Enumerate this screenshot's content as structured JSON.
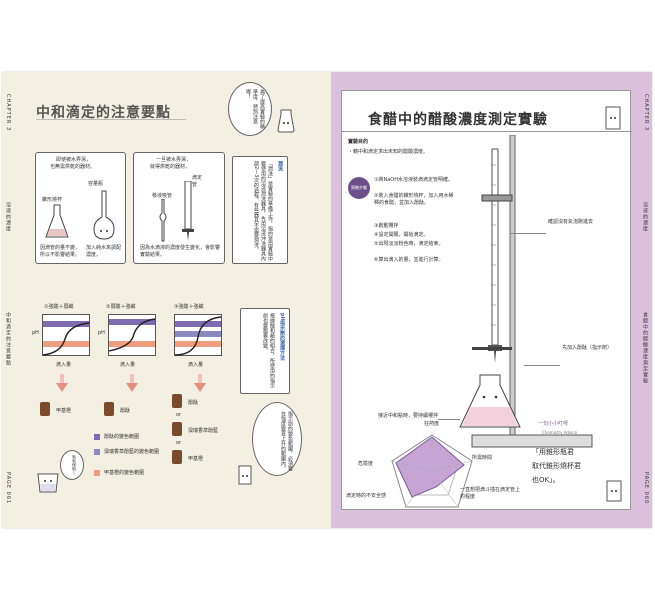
{
  "left": {
    "chapter_label": "CHAPTER 3",
    "side_label": "溶液的濃度",
    "side_label_2": "中和滴定的注意要點",
    "page_label": "PAGE 061",
    "title": "中和滴定的注意要點",
    "speech_bubble": "為了提高實驗的精準度，特別注意喔！",
    "box1": {
      "line1": "即使被水弄濕，",
      "line2": "也無需烘乾的器材。",
      "label_a": "容量瓶",
      "label_b": "錐形燒杯",
      "cap_a": "因滴管的量不變，所以不影響結果。",
      "cap_b": "加入純水來調配濃度。"
    },
    "box2": {
      "line1": "一旦被水弄濕，",
      "line2": "就得烘乾的器材。",
      "label_a": "滴定管",
      "label_b": "移液吸管",
      "cap": "因為水滴液的濃度發生變化，會影響實驗結果。"
    },
    "rinse": {
      "heading": "潤洗",
      "body": "「潤洗」是實驗的準備工作，指的是用實驗中要使用的溶液潤洗器具，先用溶液沖洗器具內部2～3次的過程。有些器具不需要潤洗。"
    },
    "charts": [
      {
        "title": "①強酸＋弱鹼",
        "ylabel": "pH",
        "xlabel": "滴入量"
      },
      {
        "title": "②弱酸＋強鹼",
        "ylabel": "pH",
        "xlabel": "滴入量"
      },
      {
        "title": "③強酸＋強鹼",
        "ylabel": "pH",
        "xlabel": "滴入量"
      }
    ],
    "ph_note": {
      "heading": "pH指示劑的選擇方法",
      "body": "根據酸和鹼的組合，所使用的指示劑也要跟著改變。"
    },
    "indicators": {
      "methyl_orange": "甲基橙",
      "phenol": "酚酞",
      "or": "or",
      "bromothymol": "溴瑞香草酚藍",
      "methyl_orange2": "甲基橙"
    },
    "legend": [
      {
        "label": "酚酞的變色範圍",
        "color": "#7e6bb0"
      },
      {
        "label": "溴瑞香草酚藍的變色範圍",
        "color": "#8a8ac0"
      },
      {
        "label": "甲基橙的變色範圍",
        "color": "#ee9e7e"
      }
    ],
    "bubble_right": "指示劑的變色範圍，必須要在強度變直上升的範圍內。",
    "bubble_left": "毛毛怪呀～"
  },
  "right": {
    "chapter_label": "CHAPTER 3",
    "side_label": "溶液的濃度",
    "side_label_2": "食醋中的醋酸濃度測定實驗",
    "page_label": "PAGE 060",
    "title": "食醋中的醋酸濃度測定實驗",
    "purpose_heading": "實驗目的",
    "purpose": "・藉中和滴定求出未知的醋酸濃度。",
    "steps_badge": "實驗步驟",
    "steps": [
      "①將NaOH水溶液裝滴滴定管明確。",
      "②裝入食醋的錐形燒杯，加入用水稀釋的食醋，並加入酚酞。",
      "③啟動攪拌",
      "④設定開關，開始滴定。",
      "⑤出現淡淡粉色時，滴定結束。",
      "⑥算出滴入的量，並進行計算。"
    ],
    "note_bubble": "確認沒有氣泡跑進去",
    "note_indicator": "先加入酚酞（指示劑）",
    "note_swirl": "接近中和點時，要持續攪拌",
    "radar_labels": {
      "top": "狂熱度",
      "left": "危險度",
      "right": "所需時間",
      "bottom_left": "滴定時的不安全感",
      "bottom_right": "一直想把滴斗插在滴定管上的程度"
    },
    "advice_heading": "一句小小叮嚀",
    "advice_sub": "Chemistry Advice",
    "advice_line1": "「用錐形瓶君",
    "advice_line2": "取代錐形燒杯君",
    "advice_line3": "也OK」。"
  }
}
